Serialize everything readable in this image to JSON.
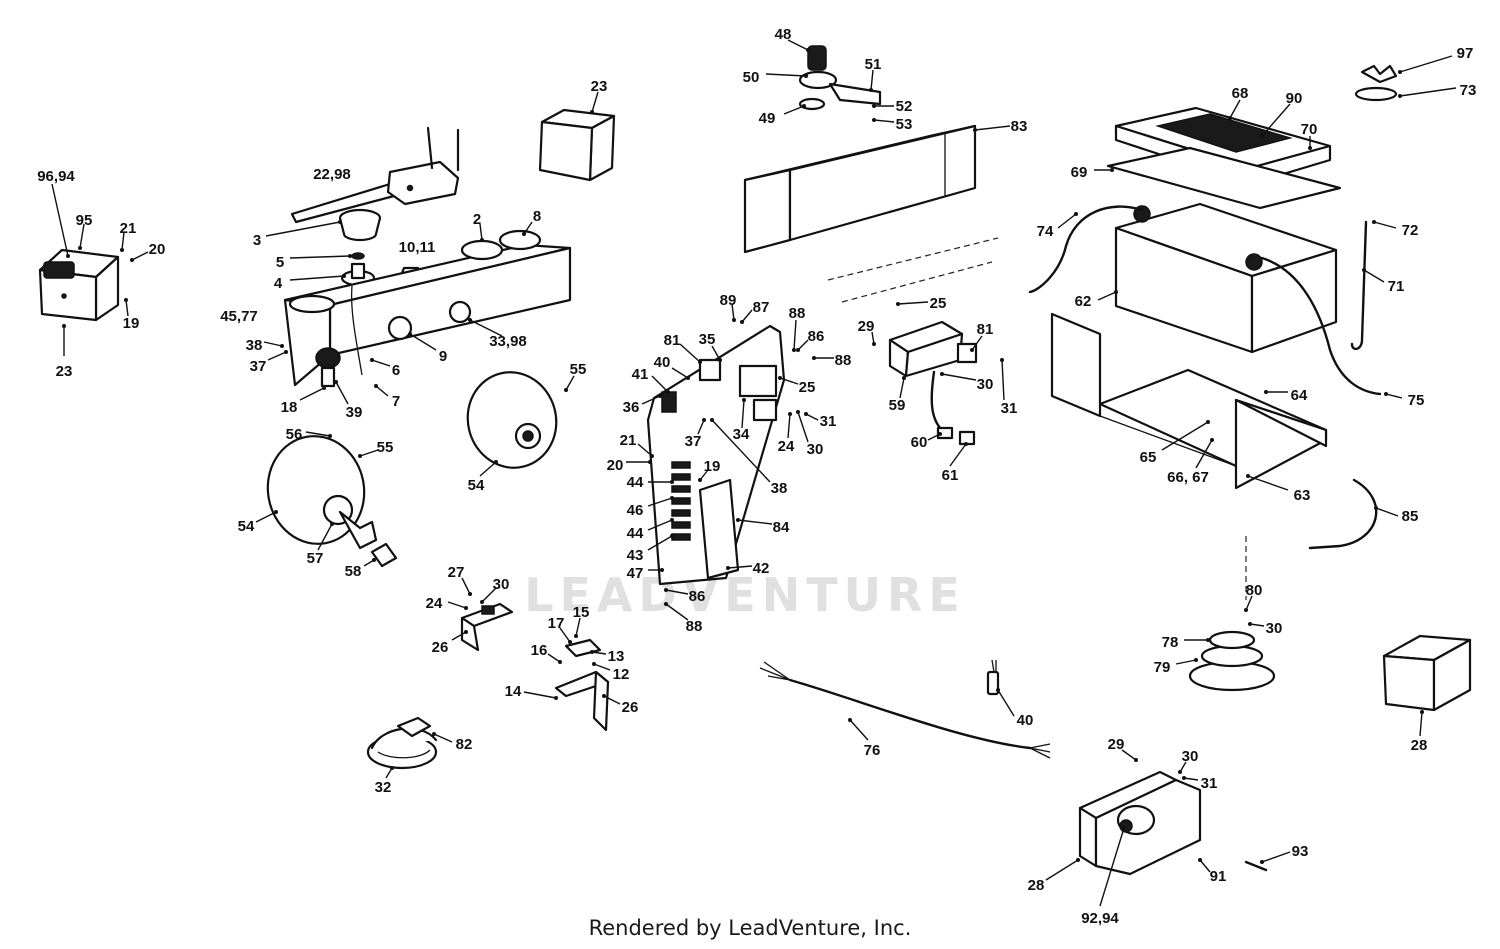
{
  "watermark": "LEADVENTURE",
  "footer": "Rendered by LeadVenture, Inc.",
  "callouts": [
    {
      "id": "c1",
      "label": "96,94"
    },
    {
      "id": "c2",
      "label": "95"
    },
    {
      "id": "c3",
      "label": "21"
    },
    {
      "id": "c4",
      "label": "20"
    },
    {
      "id": "c5",
      "label": "19"
    },
    {
      "id": "c6",
      "label": "23"
    },
    {
      "id": "c7",
      "label": "22,98"
    },
    {
      "id": "c8",
      "label": "3"
    },
    {
      "id": "c9",
      "label": "5"
    },
    {
      "id": "c10",
      "label": "10,11"
    },
    {
      "id": "c11",
      "label": "2"
    },
    {
      "id": "c12",
      "label": "8"
    },
    {
      "id": "c13",
      "label": "4"
    },
    {
      "id": "c14",
      "label": "45,77"
    },
    {
      "id": "c15",
      "label": "33,98"
    },
    {
      "id": "c16",
      "label": "38"
    },
    {
      "id": "c17",
      "label": "37"
    },
    {
      "id": "c18",
      "label": "6"
    },
    {
      "id": "c19",
      "label": "9"
    },
    {
      "id": "c20",
      "label": "18"
    },
    {
      "id": "c21",
      "label": "39"
    },
    {
      "id": "c22",
      "label": "7"
    },
    {
      "id": "c23",
      "label": "23"
    },
    {
      "id": "c24",
      "label": "55"
    },
    {
      "id": "c25",
      "label": "56"
    },
    {
      "id": "c26",
      "label": "55"
    },
    {
      "id": "c27",
      "label": "54"
    },
    {
      "id": "c28",
      "label": "54"
    },
    {
      "id": "c29",
      "label": "57"
    },
    {
      "id": "c30",
      "label": "58"
    },
    {
      "id": "c31",
      "label": "48"
    },
    {
      "id": "c32",
      "label": "50"
    },
    {
      "id": "c33",
      "label": "51"
    },
    {
      "id": "c34",
      "label": "52"
    },
    {
      "id": "c35",
      "label": "49"
    },
    {
      "id": "c36",
      "label": "53"
    },
    {
      "id": "c37",
      "label": "83"
    },
    {
      "id": "c38",
      "label": "89"
    },
    {
      "id": "c39",
      "label": "87"
    },
    {
      "id": "c40",
      "label": "88"
    },
    {
      "id": "c41",
      "label": "86"
    },
    {
      "id": "c42",
      "label": "88"
    },
    {
      "id": "c43",
      "label": "81"
    },
    {
      "id": "c44",
      "label": "35"
    },
    {
      "id": "c45",
      "label": "40"
    },
    {
      "id": "c46",
      "label": "41"
    },
    {
      "id": "c47",
      "label": "25"
    },
    {
      "id": "c48",
      "label": "36"
    },
    {
      "id": "c49",
      "label": "34"
    },
    {
      "id": "c50",
      "label": "31"
    },
    {
      "id": "c51",
      "label": "37"
    },
    {
      "id": "c52",
      "label": "24"
    },
    {
      "id": "c53",
      "label": "30"
    },
    {
      "id": "c54",
      "label": "21"
    },
    {
      "id": "c55",
      "label": "20"
    },
    {
      "id": "c56",
      "label": "19"
    },
    {
      "id": "c57",
      "label": "38"
    },
    {
      "id": "c58",
      "label": "44"
    },
    {
      "id": "c59",
      "label": "46"
    },
    {
      "id": "c60",
      "label": "44"
    },
    {
      "id": "c61",
      "label": "84"
    },
    {
      "id": "c62",
      "label": "43"
    },
    {
      "id": "c63",
      "label": "42"
    },
    {
      "id": "c64",
      "label": "47"
    },
    {
      "id": "c65",
      "label": "86"
    },
    {
      "id": "c66",
      "label": "88"
    },
    {
      "id": "c67",
      "label": "25"
    },
    {
      "id": "c68",
      "label": "29"
    },
    {
      "id": "c69",
      "label": "81"
    },
    {
      "id": "c70",
      "label": "30"
    },
    {
      "id": "c71",
      "label": "59"
    },
    {
      "id": "c72",
      "label": "31"
    },
    {
      "id": "c73",
      "label": "60"
    },
    {
      "id": "c74",
      "label": "61"
    },
    {
      "id": "c75",
      "label": "68"
    },
    {
      "id": "c76",
      "label": "90"
    },
    {
      "id": "c77",
      "label": "70"
    },
    {
      "id": "c78",
      "label": "97"
    },
    {
      "id": "c79",
      "label": "73"
    },
    {
      "id": "c80",
      "label": "69"
    },
    {
      "id": "c81",
      "label": "72"
    },
    {
      "id": "c82",
      "label": "74"
    },
    {
      "id": "c83",
      "label": "71"
    },
    {
      "id": "c84",
      "label": "62"
    },
    {
      "id": "c85",
      "label": "64"
    },
    {
      "id": "c86",
      "label": "75"
    },
    {
      "id": "c87",
      "label": "65"
    },
    {
      "id": "c88",
      "label": "66, 67"
    },
    {
      "id": "c89",
      "label": "63"
    },
    {
      "id": "c90",
      "label": "85"
    },
    {
      "id": "c91",
      "label": "27"
    },
    {
      "id": "c92",
      "label": "30"
    },
    {
      "id": "c93",
      "label": "24"
    },
    {
      "id": "c94",
      "label": "15"
    },
    {
      "id": "c95",
      "label": "17"
    },
    {
      "id": "c96",
      "label": "26"
    },
    {
      "id": "c97",
      "label": "13"
    },
    {
      "id": "c98",
      "label": "16"
    },
    {
      "id": "c99",
      "label": "12"
    },
    {
      "id": "c100",
      "label": "14"
    },
    {
      "id": "c101",
      "label": "26"
    },
    {
      "id": "c102",
      "label": "82"
    },
    {
      "id": "c103",
      "label": "32"
    },
    {
      "id": "c104",
      "label": "76"
    },
    {
      "id": "c105",
      "label": "40"
    },
    {
      "id": "c106",
      "label": "80"
    },
    {
      "id": "c107",
      "label": "30"
    },
    {
      "id": "c108",
      "label": "78"
    },
    {
      "id": "c109",
      "label": "79"
    },
    {
      "id": "c110",
      "label": "28"
    },
    {
      "id": "c111",
      "label": "29"
    },
    {
      "id": "c112",
      "label": "30"
    },
    {
      "id": "c113",
      "label": "31"
    },
    {
      "id": "c114",
      "label": "93"
    },
    {
      "id": "c115",
      "label": "28"
    },
    {
      "id": "c116",
      "label": "91"
    },
    {
      "id": "c117",
      "label": "92,94"
    }
  ]
}
